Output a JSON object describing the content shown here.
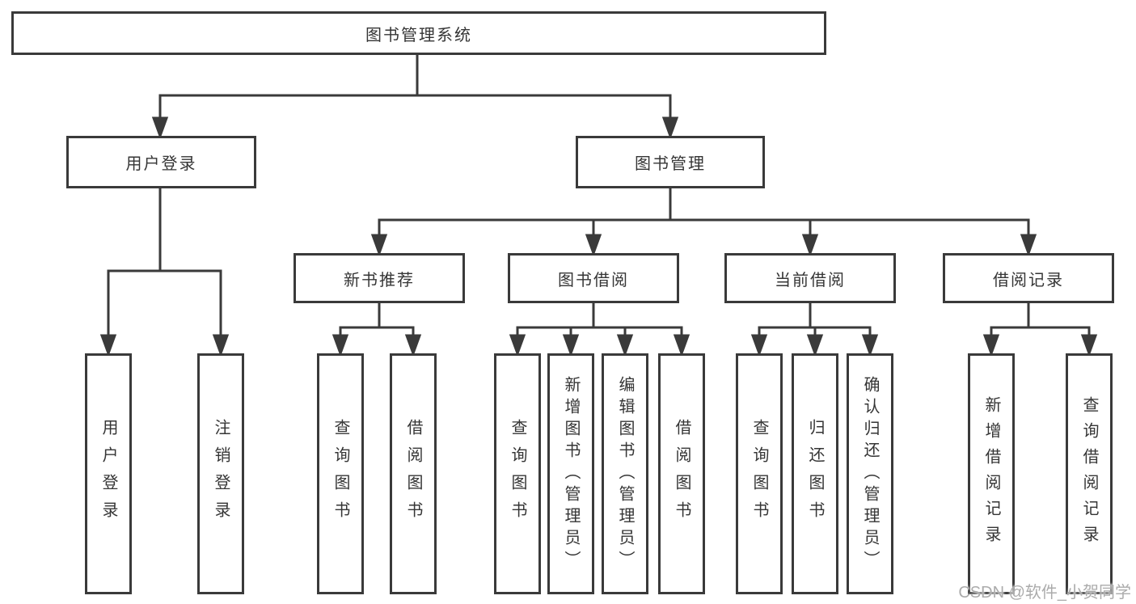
{
  "diagram": {
    "root": "图书管理系统",
    "level2": {
      "user_login_group": "用户登录",
      "book_management": "图书管理"
    },
    "level3": {
      "new_book_recommendation": "新书推荐",
      "book_borrowing": "图书借阅",
      "current_borrowing": "当前借阅",
      "borrowing_records": "借阅记录"
    },
    "leaves": {
      "user_login": "用户登录",
      "logout": "注销登录",
      "nbr_query_books": "查询图书",
      "nbr_borrow_books": "借阅图书",
      "bb_query_books": "查询图书",
      "bb_add_books_admin": "新增图书（管理员）",
      "bb_edit_books_admin": "编辑图书（管理员）",
      "bb_borrow_books": "借阅图书",
      "cb_query_books": "查询图书",
      "cb_return_books": "归还图书",
      "cb_confirm_return_admin": "确认归还（管理员）",
      "br_add_record": "新增借阅记录",
      "br_query_record": "查询借阅记录"
    },
    "watermark": "CSDN @软件_小贺同学",
    "colors": {
      "line": "#3a3a3a",
      "text": "#353535",
      "background": "#ffffff",
      "watermark": "#ababab"
    }
  }
}
